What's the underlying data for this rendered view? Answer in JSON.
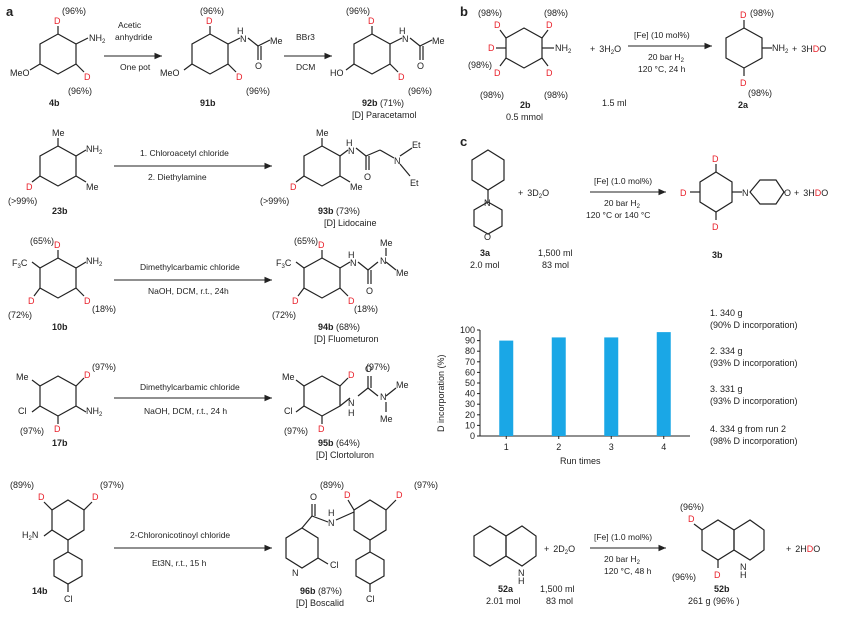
{
  "panels": {
    "a": "a",
    "b": "b",
    "c": "c"
  },
  "row1": {
    "c4b": {
      "id": "4b",
      "pct_top": "(96%)",
      "pct_bottom": "(96%)"
    },
    "step1": {
      "line1": "Acetic",
      "line2": "anhydride",
      "line3": "One pot"
    },
    "c91b": {
      "id": "91b",
      "pct_top": "(96%)",
      "pct_bottom": "(96%)"
    },
    "step2": {
      "line1": "BBr3",
      "line2": "DCM"
    },
    "c92b": {
      "id": "92b",
      "yield": " (71%)",
      "pct_top": "(96%)",
      "pct_bottom": "(96%)",
      "name": "[D] Paracetamol"
    }
  },
  "row2": {
    "c23b": {
      "id": "23b",
      "pct": "(>99%)"
    },
    "step": {
      "line1": "1. Chloroacetyl chloride",
      "line2": "2. Diethylamine"
    },
    "c93b": {
      "id": "93b",
      "yield": " (73%)",
      "pct": "(>99%)",
      "name": "[D] Lidocaine"
    }
  },
  "row3": {
    "c10b": {
      "id": "10b",
      "pct_top": "(65%)",
      "pct_right": "(18%)",
      "pct_left": "(72%)"
    },
    "step": {
      "line1": "Dimethylcarbamic chloride",
      "line2": "NaOH, DCM, r.t., 24h"
    },
    "c94b": {
      "id": "94b",
      "yield": " (68%)",
      "pct_top": "(65%)",
      "pct_right": "(18%)",
      "pct_left": "(72%)",
      "name": "[D] Fluometuron"
    }
  },
  "row4": {
    "c17b": {
      "id": "17b",
      "pct_top": "(97%)",
      "pct_bottom": "(97%)"
    },
    "step": {
      "line1": "Dimethylcarbamic chloride",
      "line2": "NaOH, DCM, r.t., 24 h"
    },
    "c95b": {
      "id": "95b",
      "yield": " (64%)",
      "pct_top": "(97%)",
      "pct_bottom": "(97%)",
      "name": "[D] Clortoluron"
    }
  },
  "row5": {
    "c14b": {
      "id": "14b",
      "pct_left": "(89%)",
      "pct_right": "(97%)"
    },
    "step": {
      "line1": "2-Chloronicotinoyl chloride",
      "line2": "Et3N, r.t., 15 h"
    },
    "c96b": {
      "id": "96b",
      "yield": " (87%)",
      "pct_left": "(89%)",
      "pct_right": "(97%)",
      "name": "[D] Boscalid"
    }
  },
  "panel_b": {
    "c2b": {
      "id": "2b",
      "amount": "0.5 mmol",
      "pct_tl": "(98%)",
      "pct_tr": "(98%)",
      "pct_l": "(98%)",
      "pct_bl": "(98%)",
      "pct_br": "(98%)"
    },
    "plus1": "+",
    "water_volume": "1.5 ml",
    "cond": {
      "line1": "[Fe] (10 mol%)",
      "line2": "20 bar H",
      "line3": "120 °C, 24 h"
    },
    "c2a": {
      "id": "2a",
      "pct_top": "(98%)",
      "pct_bottom": "(98%)"
    },
    "plus2": "+"
  },
  "panel_c": {
    "c3a": {
      "id": "3a",
      "amount": "2.0 mol"
    },
    "plus1": "+",
    "d2o_volume": "1,500 ml",
    "d2o_amount": "83 mol",
    "cond": {
      "line1": "[Fe] (1.0 mol%)",
      "line2": "20 bar H",
      "line3": "120 °C or 140 °C"
    },
    "c3b": {
      "id": "3b"
    },
    "plus2": "+",
    "c52a": {
      "id": "52a",
      "amount": "2.01 mol"
    },
    "plus3": "+",
    "d2o2_volume": "1,500 ml",
    "d2o2_amount": "83 mol",
    "cond2": {
      "line1": "[Fe] (1.0 mol%)",
      "line2": "20 bar H",
      "line3": "120 °C, 48 h"
    },
    "c52b": {
      "id": "52b",
      "yield": "261 g (96% )",
      "pct_top": "(96%)",
      "pct_bottom": "(96%)"
    },
    "plus4": "+"
  },
  "chart_data": {
    "type": "bar",
    "categories": [
      "1",
      "2",
      "3",
      "4"
    ],
    "values": [
      90,
      93,
      93,
      98
    ],
    "ylabel": "D incorporation (%)",
    "xlabel": "Run times",
    "ylim": [
      0,
      100
    ],
    "yticks": [
      0,
      10,
      20,
      30,
      40,
      50,
      60,
      70,
      80,
      90,
      100
    ],
    "bar_color": "#1aa7e6",
    "grid": false
  },
  "run_notes": [
    {
      "line1": "1.  340 g",
      "line2": "(90% D incorporation)"
    },
    {
      "line1": "2.  334 g",
      "line2": "(93% D incorporation)"
    },
    {
      "line1": "3.  331 g",
      "line2": "(93% D incorporation)"
    },
    {
      "line1": "4.  334 g from run 2",
      "line2": "(98% D incorporation)"
    }
  ]
}
